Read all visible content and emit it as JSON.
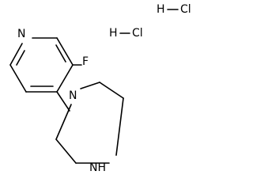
{
  "molecule": {
    "atoms": {
      "pyridine_n": "N",
      "fluorine": "F",
      "piperazine_n1": "N",
      "piperazine_n4": "NH"
    },
    "salts": [
      {
        "h": "H",
        "cl": "Cl"
      },
      {
        "h": "H",
        "cl": "Cl"
      }
    ]
  }
}
